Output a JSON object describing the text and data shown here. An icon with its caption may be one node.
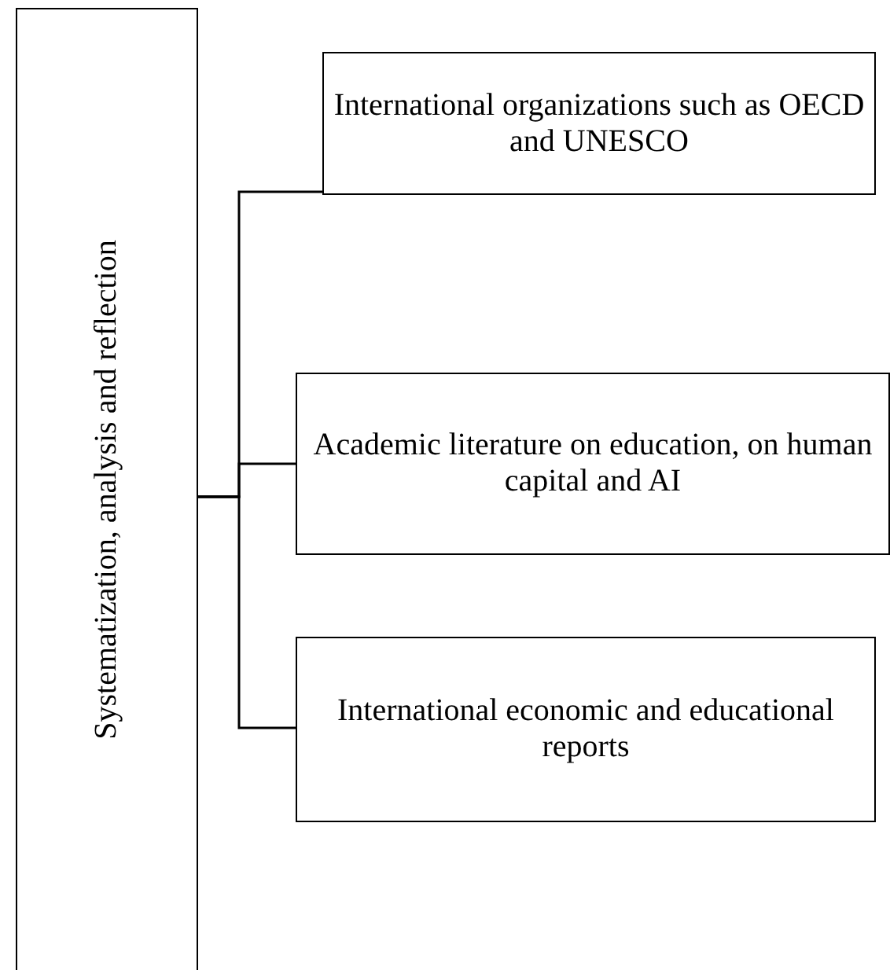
{
  "diagram": {
    "nodes": [
      {
        "text": [
          "Systematization, analysis and reflection"
        ]
      },
      {
        "text": [
          "International organizations such as OECD and UNESCO"
        ]
      },
      {
        "text": [
          "Academic literature on education, on human capital and AI"
        ]
      },
      {
        "text": [
          "International economic and educational reports"
        ]
      }
    ],
    "edges": [
      {
        "from": 0,
        "to": 1,
        "arrow": "none"
      },
      {
        "from": 0,
        "to": 2,
        "arrow": "none"
      },
      {
        "from": 0,
        "to": 3,
        "arrow": "none"
      }
    ]
  }
}
